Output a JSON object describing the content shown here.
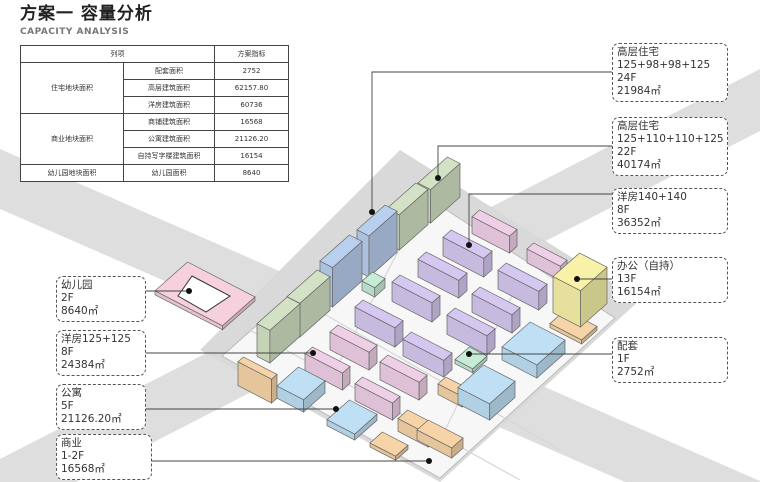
{
  "header": {
    "title": "方案一 容量分析",
    "subtitle": "CAPACITY ANALYSIS"
  },
  "table": {
    "headers": [
      "列项",
      "方案指标"
    ],
    "groups": [
      {
        "name": "住宅地块面积",
        "rows": [
          {
            "item": "配套面积",
            "value": "2752"
          },
          {
            "item": "高层建筑面积",
            "value": "62157.80"
          },
          {
            "item": "洋房建筑面积",
            "value": "60736"
          }
        ]
      },
      {
        "name": "商业地块面积",
        "rows": [
          {
            "item": "商铺建筑面积",
            "value": "16568"
          },
          {
            "item": "公寓建筑面积",
            "value": "21126.20"
          },
          {
            "item": "自持写字楼建筑面积",
            "value": "16154"
          }
        ]
      },
      {
        "name": "幼儿园地块面积",
        "rows": [
          {
            "item": "幼儿园面积",
            "value": "8640"
          }
        ]
      }
    ]
  },
  "labels_right": [
    {
      "lines": [
        "高层住宅",
        "125+98+98+125",
        "24F",
        "21984㎡"
      ]
    },
    {
      "lines": [
        "高层住宅",
        "125+110+110+125",
        "22F",
        "40174㎡"
      ]
    },
    {
      "lines": [
        "洋房140+140",
        "8F",
        "36352㎡"
      ]
    },
    {
      "lines": [
        "办公（自持）",
        "13F",
        "16154㎡"
      ]
    },
    {
      "lines": [
        "配套",
        "1F",
        "2752㎡"
      ]
    }
  ],
  "labels_left": [
    {
      "lines": [
        "幼儿园",
        "2F",
        "8640㎡"
      ]
    },
    {
      "lines": [
        "洋房125+125",
        "8F",
        "24384㎡"
      ]
    },
    {
      "lines": [
        "公寓",
        "5F",
        "21126.20㎡"
      ]
    },
    {
      "lines": [
        "商业",
        "1-2F",
        "16568㎡"
      ]
    }
  ],
  "colors": {
    "tower_green": "#d3e2c4",
    "tower_blue": "#b9cfee",
    "villa_purple": "#d5c8f0",
    "villa_pink": "#efcfe6",
    "office_yellow": "#f8f1a8",
    "apartment_blue": "#bfe0f4",
    "commercial_orange": "#f6d4a8",
    "support_green": "#c6ecd8",
    "kindergarten_pink": "#f6d0dc"
  }
}
